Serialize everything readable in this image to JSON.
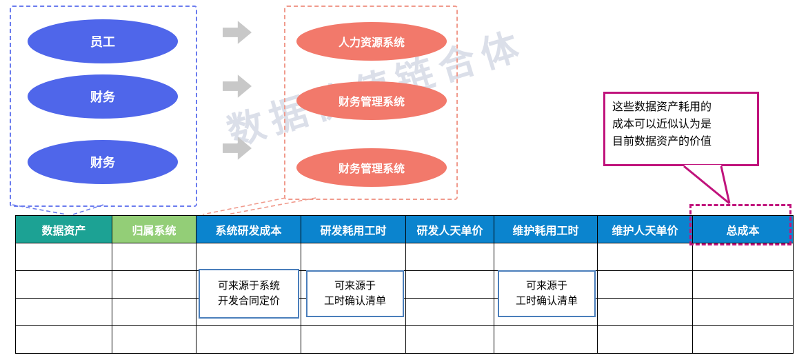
{
  "flow": {
    "sources": [
      {
        "label": "员工"
      },
      {
        "label": "财务"
      },
      {
        "label": "财务"
      }
    ],
    "systems": [
      {
        "label": "人力资源系统"
      },
      {
        "label": "财务管理系统"
      },
      {
        "label": "财务管理系统"
      }
    ]
  },
  "watermark": "数据价值链合体",
  "callout": {
    "lines": [
      "这些数据资产耗用的",
      "成本可以近似认为是",
      "目前数据资产的价值"
    ]
  },
  "table": {
    "headers": [
      "数据资产",
      "归属系统",
      "系统研发成本",
      "研发耗用工时",
      "研发人天单价",
      "维护耗用工时",
      "维护人天单价",
      "总成本"
    ],
    "empty_rows": 4
  },
  "notes": [
    {
      "lines": [
        "可来源于系统",
        "开发合同定价"
      ]
    },
    {
      "lines": [
        "可来源于",
        "工时确认清单"
      ]
    },
    {
      "lines": [
        "可来源于",
        "工时确认清单"
      ]
    }
  ],
  "colors": {
    "source_ellipse": "#4F66EA",
    "system_ellipse": "#F2796B",
    "arrow_gray": "#C8C8C8",
    "header_data_asset": "#1CA294",
    "header_owning_system": "#93CE77",
    "header_blue": "#0B84CE",
    "magenta_accent": "#C0137C",
    "note_border": "#4A7EBB"
  }
}
